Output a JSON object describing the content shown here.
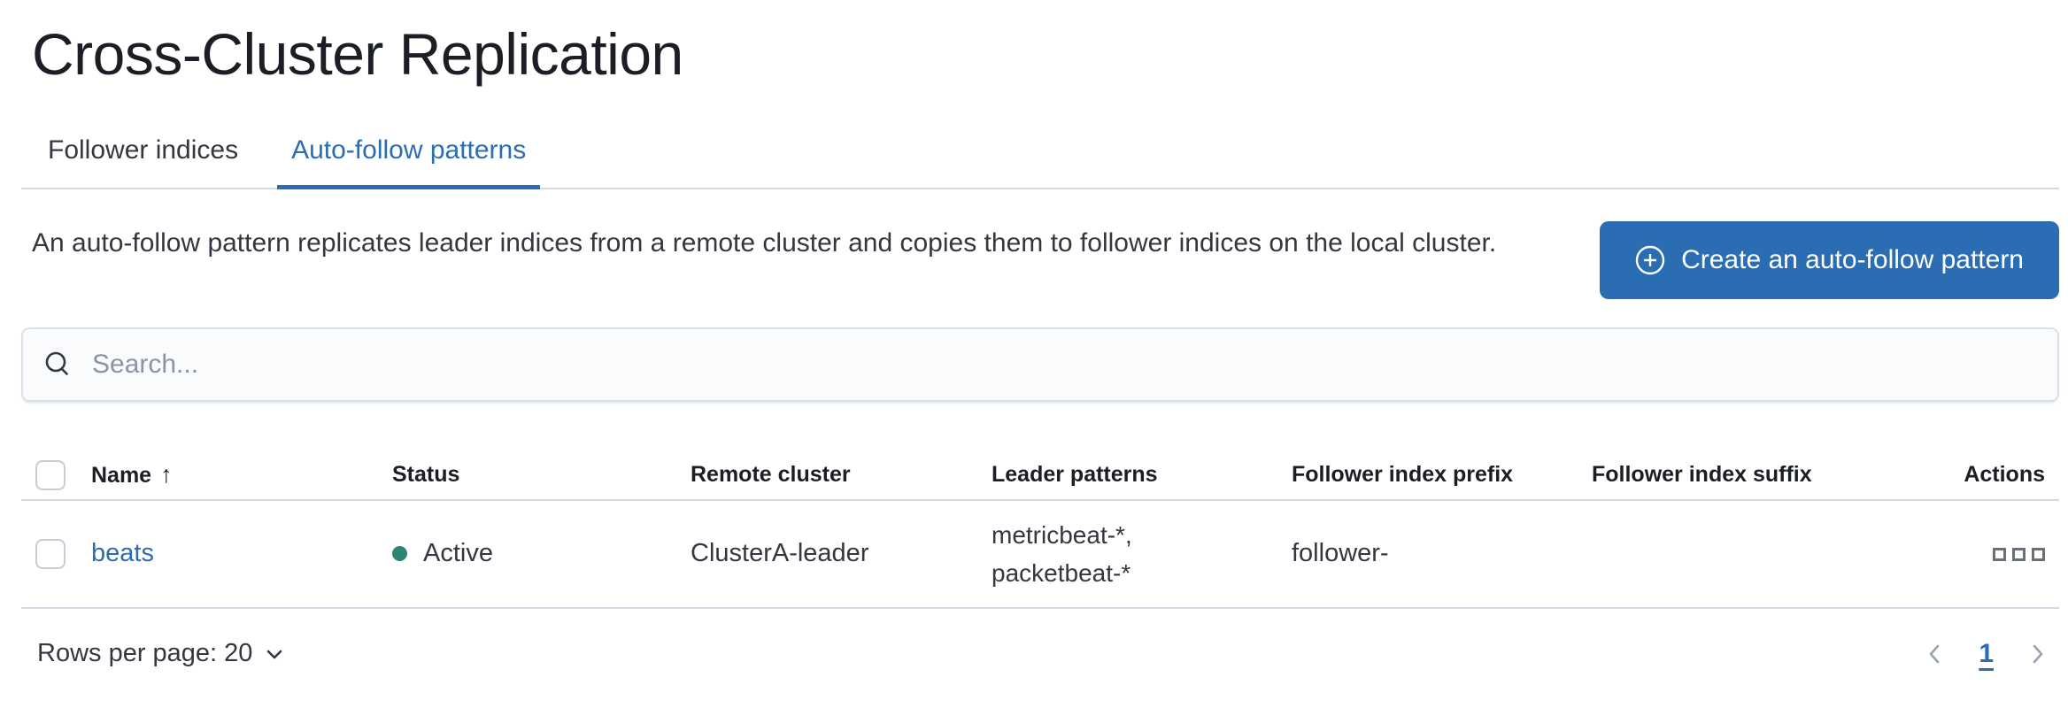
{
  "page": {
    "title": "Cross-Cluster Replication"
  },
  "tabs": {
    "items": [
      {
        "label": "Follower indices",
        "active": false
      },
      {
        "label": "Auto-follow patterns",
        "active": true
      }
    ]
  },
  "intro": {
    "description": "An auto-follow pattern replicates leader indices from a remote cluster and copies them to follower indices on the local cluster."
  },
  "toolbar": {
    "create_button_label": "Create an auto-follow pattern",
    "create_button_icon": "plus-in-circle-icon"
  },
  "search": {
    "placeholder": "Search...",
    "value": "",
    "icon": "search-icon"
  },
  "table": {
    "sort": {
      "column": "Name",
      "direction": "ascending",
      "indicator": "↑"
    },
    "columns": {
      "name": "Name",
      "status": "Status",
      "remote_cluster": "Remote cluster",
      "leader_patterns": "Leader patterns",
      "follower_index_prefix": "Follower index prefix",
      "follower_index_suffix": "Follower index suffix",
      "actions": "Actions"
    },
    "rows": [
      {
        "name": "beats",
        "status": "Active",
        "remote_cluster": "ClusterA-leader",
        "leader_patterns_line1": "metricbeat-*,",
        "leader_patterns_line2": "packetbeat-*",
        "follower_index_prefix": "follower-",
        "follower_index_suffix": "",
        "actions_icon": "boxes-horizontal-icon"
      }
    ]
  },
  "pagination": {
    "rows_per_page_label": "Rows per page: 20",
    "current_page": "1",
    "prev_icon": "chevron-left-icon",
    "next_icon": "chevron-right-icon"
  },
  "colors": {
    "primary_blue": "#2b6db3",
    "link_blue": "#2b6db3",
    "status_active_green": "#2d8673",
    "border_gray": "#d3dae6",
    "heading_text": "#1b1e24",
    "body_text": "#343741",
    "placeholder_gray": "#8b93a4",
    "icon_gray": "#69707d",
    "pager_disabled_gray": "#98a2b3"
  }
}
